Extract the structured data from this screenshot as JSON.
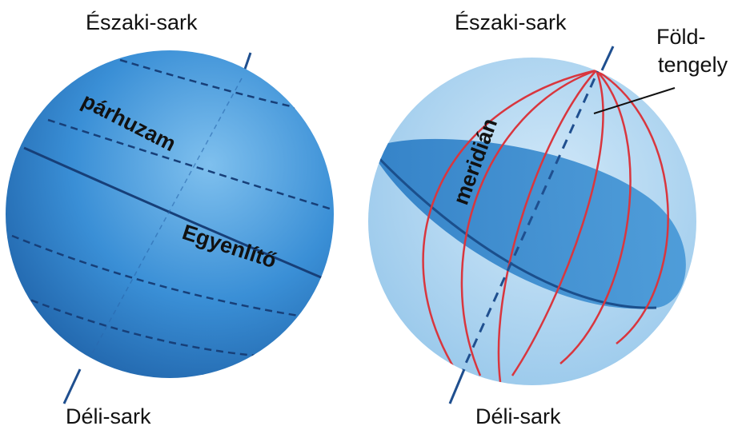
{
  "left_globe": {
    "north_label": "Északi-sark",
    "south_label": "Déli-sark",
    "parallel_label": "párhuzam",
    "equator_label": "Egyenlítő"
  },
  "right_globe": {
    "north_label": "Északi-sark",
    "south_label": "Déli-sark",
    "meridian_label": "meridián",
    "axis_label_line1": "Föld-",
    "axis_label_line2": "tengely"
  },
  "colors": {
    "left_sphere": "#3a8fd6",
    "left_sphere_dark": "#1d5e9e",
    "right_sphere": "#a9d2ef",
    "equator_plane": "#3a90d4",
    "meridian": "#d9363e",
    "axis": "#1f4f8f"
  }
}
